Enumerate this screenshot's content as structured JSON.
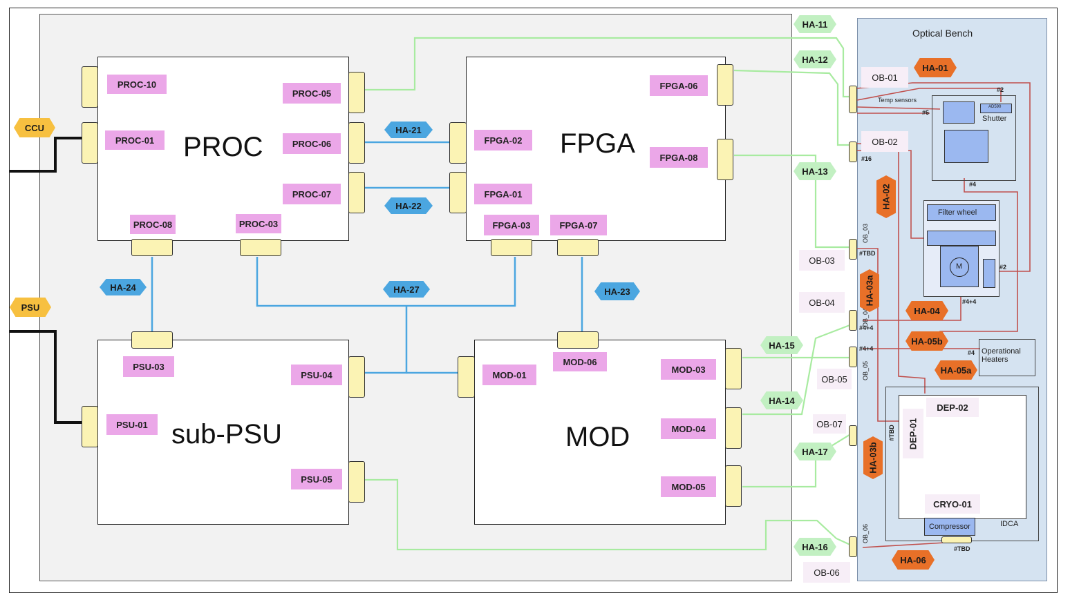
{
  "units": {
    "proc": "PROC",
    "fpga": "FPGA",
    "subpsu": "sub-PSU",
    "mod": "MOD"
  },
  "ports": {
    "proc10": "PROC-10",
    "proc01": "PROC-01",
    "proc05": "PROC-05",
    "proc06": "PROC-06",
    "proc07": "PROC-07",
    "proc08": "PROC-08",
    "proc03": "PROC-03",
    "fpga06": "FPGA-06",
    "fpga08": "FPGA-08",
    "fpga02": "FPGA-02",
    "fpga01": "FPGA-01",
    "fpga03": "FPGA-03",
    "fpga07": "FPGA-07",
    "psu03": "PSU-03",
    "psu01": "PSU-01",
    "psu04": "PSU-04",
    "psu05": "PSU-05",
    "mod01": "MOD-01",
    "mod06": "MOD-06",
    "mod03": "MOD-03",
    "mod04": "MOD-04",
    "mod05": "MOD-05",
    "dep02": "DEP-02",
    "dep01": "DEP-01",
    "cryo01": "CRYO-01"
  },
  "harness": {
    "ha21": "HA-21",
    "ha22": "HA-22",
    "ha24": "HA-24",
    "ha27": "HA-27",
    "ha23": "HA-23",
    "ha11": "HA-11",
    "ha12": "HA-12",
    "ha13": "HA-13",
    "ha15": "HA-15",
    "ha14": "HA-14",
    "ha17": "HA-17",
    "ha16": "HA-16",
    "ccu": "CCU",
    "psu": "PSU",
    "ha01": "HA-01",
    "ha02": "HA-02",
    "ha03a": "HA-03a",
    "ha04": "HA-04",
    "ha05b": "HA-05b",
    "ha05a": "HA-05a",
    "ha03b": "HA-03b",
    "ha06": "HA-06"
  },
  "ob_ports": {
    "ob01": "OB-01",
    "ob02": "OB-02",
    "ob03": "OB-03",
    "ob04": "OB-04",
    "ob05": "OB-05",
    "ob07": "OB-07",
    "ob06": "OB-06",
    "ob03v": "OB_03",
    "ob04v": "OB_04",
    "ob05v": "OB_05",
    "ob06v": "OB_06"
  },
  "optical_bench": {
    "title": "Optical Bench",
    "temp_sensors": "Temp sensors",
    "shutter": "Shutter",
    "ad590": "AD590",
    "filter_wheel": "Filter wheel",
    "motor": "M",
    "operational_heaters": "Operational Heaters",
    "compressor": "Compressor",
    "idca": "IDCA"
  },
  "pin_counts": {
    "p2a": "#2",
    "p6": "#6",
    "p16": "#16",
    "p4a": "#4",
    "ptbd1": "#TBD",
    "p2b": "#2",
    "p44a": "#4+4",
    "p44b": "#4+4",
    "p44c": "#4+4",
    "p4b": "#4",
    "ptbd2": "#TBD",
    "ptbd3": "#TBD"
  },
  "colors": {
    "blue_wire": "#4ba6e0",
    "green_wire": "#a8eba0",
    "red_wire": "#c0504d",
    "port_label": "#eba7e8",
    "connector": "#fbf3b4"
  }
}
